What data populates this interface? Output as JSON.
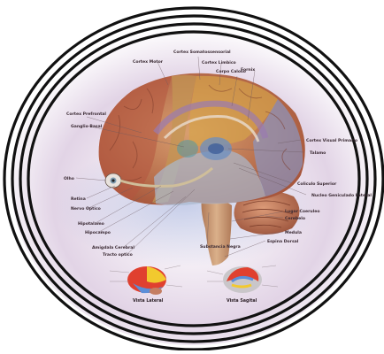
{
  "labels": {
    "cortex_motor": "Cortex Motor",
    "cortex_somatosensorial": "Cortex Somatossensorial",
    "cortex_limbico": "Cortex Limbico",
    "corpo_caloso": "Corpo Caloso",
    "fornix": "Fornix",
    "cortex_prefrontal": "Cortex Prefrontal",
    "ganglio_basal": "Ganglio Basal",
    "cortex_visual_primario": "Cortex Visual Primario",
    "talamo": "Talamo",
    "olho": "Olho",
    "retina": "Retina",
    "nervo_optico": "Nervo Optico",
    "hipotalamo": "Hipotalamo",
    "hipocampo": "Hipocampo",
    "amigdala": "Amigdala Cerebral",
    "tracto_optico": "Tracto optico",
    "coliculo_superior": "Coliculo Superior",
    "nucleo_geniculado_lateral": "Nucleo Geniculado Lateral",
    "lugar_coeruleo": "Lugar Coeruleo",
    "cerebelo": "Cerebelo",
    "medula": "Medula",
    "espina_dorsal": "Espina Dorsal",
    "substancia_negra": "Substancia Negra"
  },
  "captions": {
    "vista_lateral": "Vista Lateral",
    "vista_sagital": "Vista Sagital"
  },
  "colors": {
    "rings": "#111111",
    "halo": "#c9b5d8",
    "frontal": "#b5553f",
    "parietal": "#d5a34a",
    "temporal": "#a9b9cf",
    "occipital": "#8c96c0",
    "motor_band": "#c39554",
    "cerebellum": "#c47e62",
    "brainstem": "#caa07a",
    "thumb_red": "#e0402f",
    "thumb_yellow": "#f2c92e",
    "thumb_blue": "#5b8ed8",
    "thumb_gray": "#c9c6c9"
  }
}
